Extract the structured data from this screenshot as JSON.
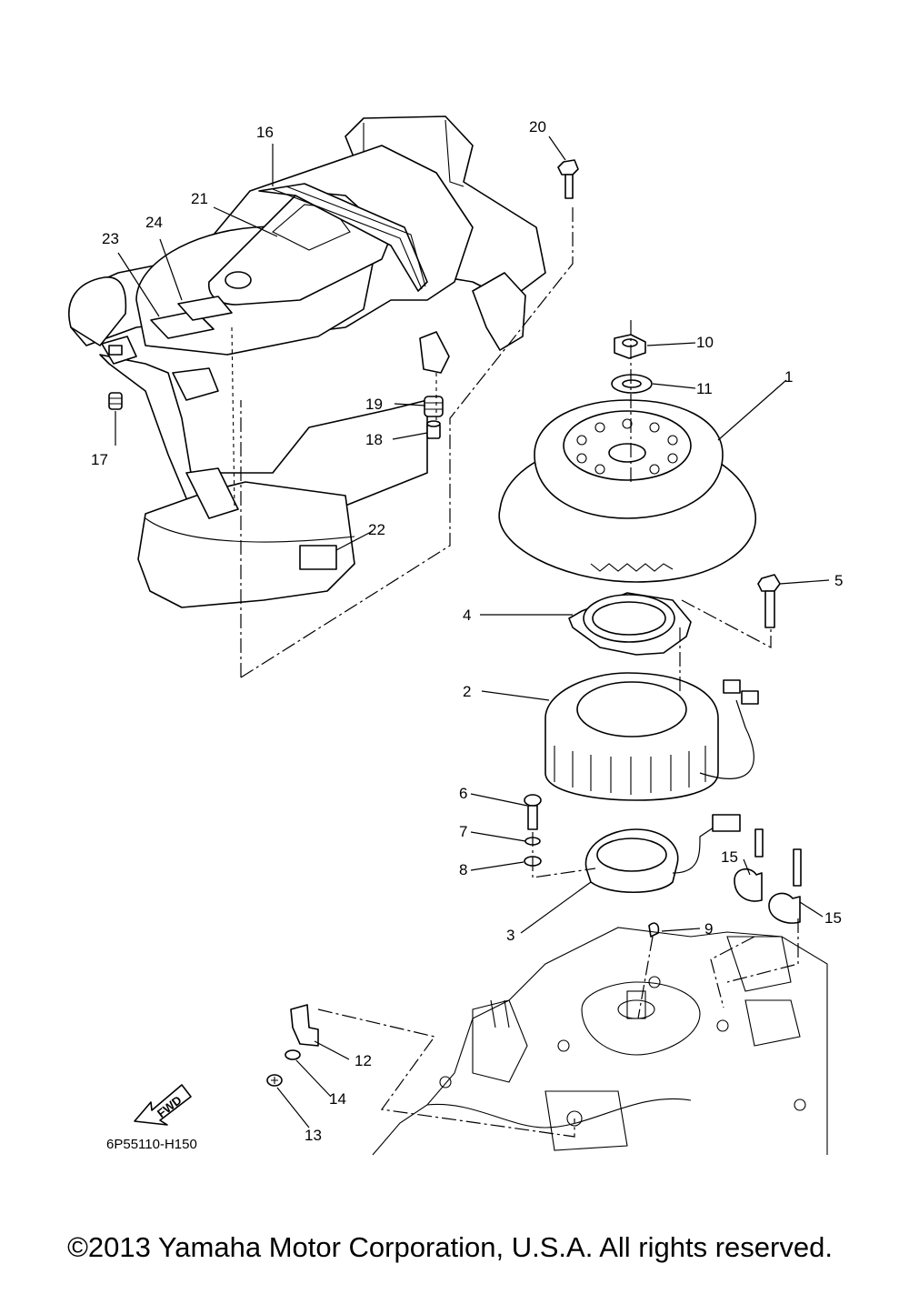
{
  "diagram": {
    "part_numbers": [
      "1",
      "2",
      "3",
      "4",
      "5",
      "6",
      "7",
      "8",
      "9",
      "10",
      "11",
      "12",
      "13",
      "14",
      "15",
      "15",
      "16",
      "17",
      "18",
      "19",
      "20",
      "21",
      "22",
      "23",
      "24"
    ],
    "fwd_label": "FWD",
    "drawing_code": "6P55110-H150",
    "copyright": "©2013 Yamaha Motor Corporation, U.S.A. All rights reserved."
  }
}
